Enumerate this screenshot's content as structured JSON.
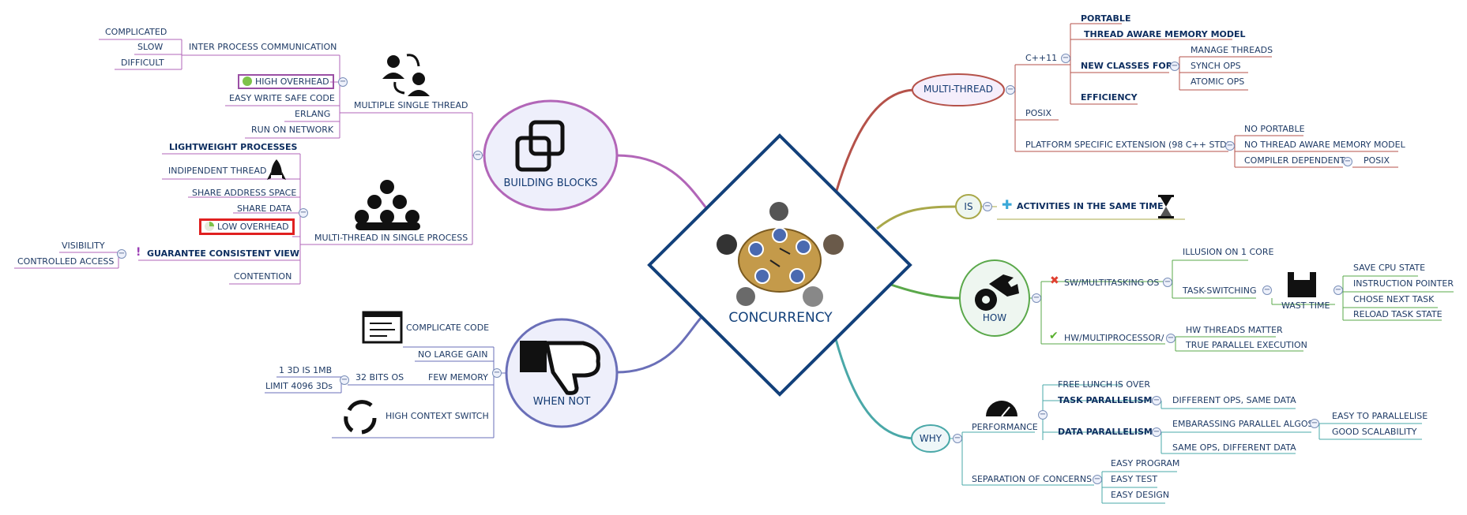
{
  "center": {
    "title": "CONCURRENCY"
  },
  "building_blocks": {
    "title": "BUILDING BLOCKS",
    "multiple_single_thread": {
      "label": "MULTIPLE SINGLE THREAD",
      "ipc": {
        "label": "INTER PROCESS COMMUNICATION",
        "items": [
          "COMPLICATED",
          "SLOW",
          "DIFFICULT"
        ]
      },
      "high_overhead": "HIGH OVERHEAD",
      "easy_write_safe_code": "EASY WRITE SAFE CODE",
      "erlang": "ERLANG",
      "run_on_network": "RUN ON NETWORK"
    },
    "multi_thread_single_process": {
      "label": "MULTI-THREAD IN SINGLE PROCESS",
      "lightweight": "LIGHTWEIGHT PROCESSES",
      "independent_thread": "INDIPENDENT THREAD",
      "share_address_space": "SHARE ADDRESS SPACE",
      "share_data": "SHARE DATA",
      "low_overhead": "LOW OVERHEAD",
      "guarantee": {
        "label": "GUARANTEE CONSISTENT VIEW",
        "items": [
          "VISIBILITY",
          "CONTROLLED ACCESS"
        ]
      },
      "contention": "CONTENTION"
    }
  },
  "when_not": {
    "title": "WHEN NOT",
    "complicate_code": "COMPLICATE CODE",
    "no_large_gain": "NO LARGE GAIN",
    "few_memory": {
      "label": "FEW MEMORY",
      "bits_os": "32 BITS OS",
      "items": [
        "1 3D IS 1MB",
        "LIMIT 4096 3Ds"
      ]
    },
    "high_context_switch": "HIGH CONTEXT SWITCH"
  },
  "multi_thread": {
    "title": "MULTI-THREAD",
    "cpp11": {
      "label": "C++11",
      "portable": "PORTABLE",
      "thread_aware": "THREAD AWARE MEMORY MODEL",
      "new_classes": {
        "label": "NEW CLASSES FOR",
        "items": [
          "MANAGE THREADS",
          "SYNCH OPS",
          "ATOMIC OPS"
        ]
      },
      "efficiency": "EFFICIENCY"
    },
    "posix": "POSIX",
    "platform": {
      "label": "PLATFORM SPECIFIC EXTENSION (98 C++ STD)",
      "no_portable": "NO PORTABLE",
      "no_thread_aware": "NO THREAD AWARE MEMORY MODEL",
      "compiler_dependent": "COMPILER DEPENDENT",
      "posix": "POSIX"
    }
  },
  "is": {
    "title": "IS",
    "activities": "ACTIVITIES IN THE SAME TIME"
  },
  "how": {
    "title": "HOW",
    "sw": {
      "label": "SW/MULTITASKING OS",
      "illusion": "ILLUSION ON 1 CORE",
      "task_switching": "TASK-SWITCHING",
      "wast_time": "WAST TIME",
      "items": [
        "SAVE CPU STATE",
        "INSTRUCTION POINTER",
        "CHOSE NEXT TASK",
        "RELOAD TASK STATE"
      ]
    },
    "hw": {
      "label": "HW/MULTIPROCESSOR/",
      "items": [
        "HW THREADS MATTER",
        "TRUE PARALLEL EXECUTION"
      ]
    }
  },
  "why": {
    "title": "WHY",
    "performance": {
      "label": "PERFORMANCE",
      "free_lunch": "FREE LUNCH IS OVER",
      "task_parallelism": "TASK PARALLELISM",
      "different_ops": "DIFFERENT OPS, SAME DATA",
      "data_parallelism": "DATA PARALLELISM",
      "embarassing": "EMBARASSING PARALLEL ALGOS",
      "embarassing_items": [
        "EASY TO PARALLELISE",
        "GOOD SCALABILITY"
      ],
      "same_ops": "SAME OPS, DIFFERENT DATA"
    },
    "separation": {
      "label": "SEPARATION OF CONCERNS",
      "items": [
        "EASY PROGRAM",
        "EASY TEST",
        "EASY DESIGN"
      ]
    }
  },
  "colors": {
    "building_blocks": "#b266b8",
    "when_not": "#6a6fb8",
    "multi_thread": "#b5524a",
    "is": "#a9a84a",
    "how": "#5aa84a",
    "why": "#4aa8a8",
    "center_border": "#12407a",
    "high_overhead_box": "#9b4fa5",
    "low_overhead_box": "#e02020"
  },
  "icons": [
    "users-swap-icon",
    "rocket-icon",
    "people-group-icon",
    "linked-squares-icon",
    "terminal-window-icon",
    "recycle-arrows-icon",
    "thumbs-down-icon",
    "hourglass-icon",
    "plus-icon",
    "gear-wrench-icon",
    "cross-icon",
    "check-icon",
    "floppy-disk-icon",
    "speedometer-icon",
    "round-table-icon",
    "philosopher-portrait-icon"
  ]
}
